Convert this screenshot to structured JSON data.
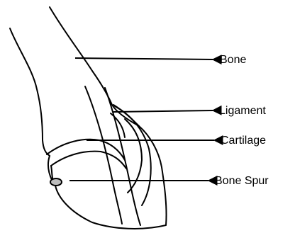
{
  "labels": {
    "bone": "Bone",
    "ligament": "Ligament",
    "cartilage": "Cartilage",
    "bone_spur": "Bone Spur"
  },
  "colors": {
    "ink": "#000000",
    "background": "#ffffff"
  }
}
